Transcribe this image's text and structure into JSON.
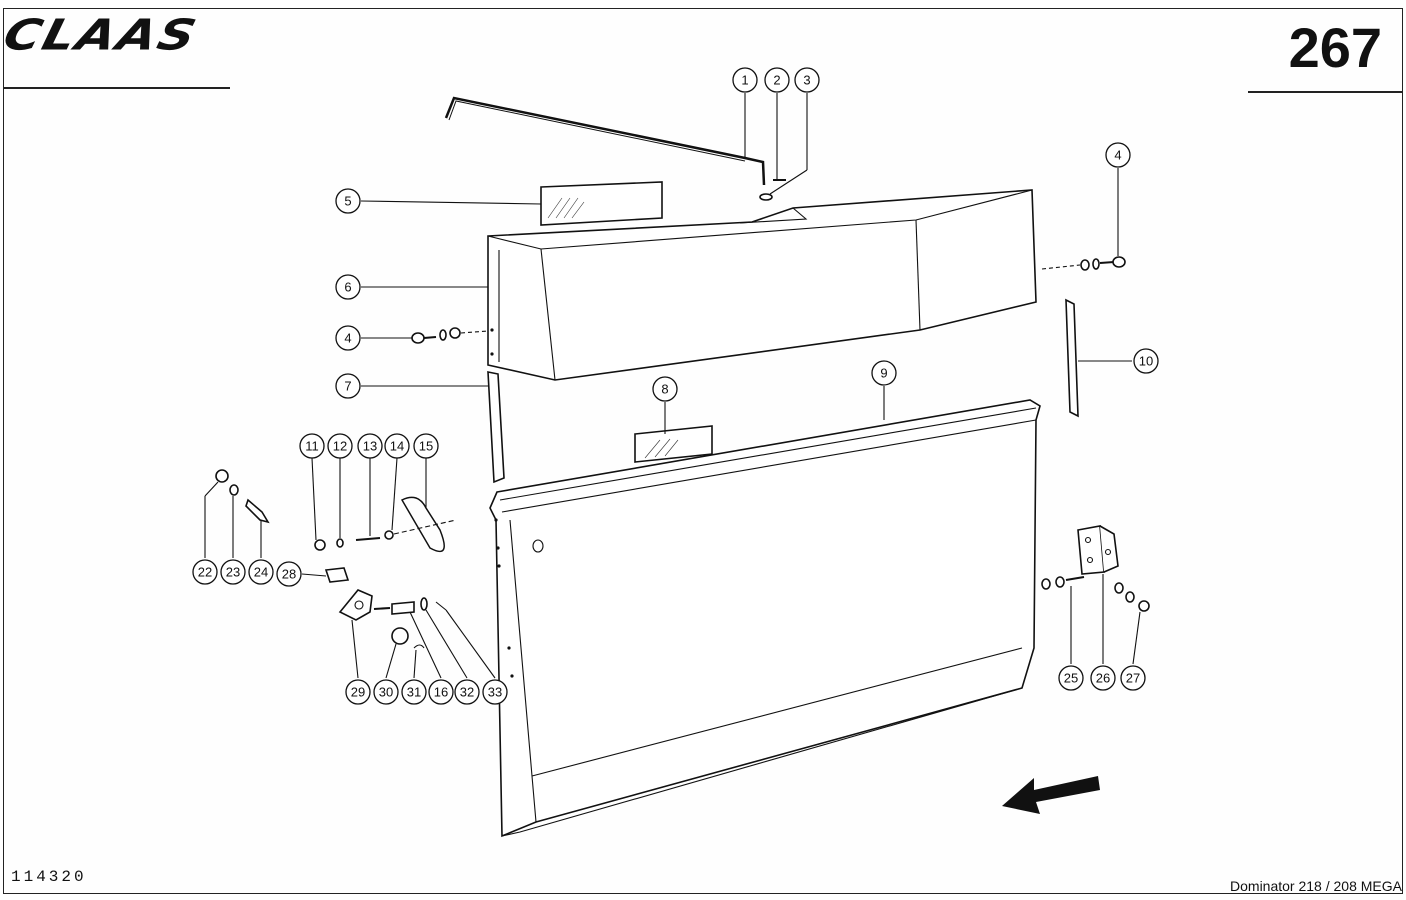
{
  "header": {
    "brand": "CLAAS",
    "page_number": "267"
  },
  "footer": {
    "drawing_number": "114320",
    "model": "Dominator 218 / 208 MEGA"
  },
  "callouts": [
    "1",
    "2",
    "3",
    "4",
    "5",
    "6",
    "4",
    "7",
    "8",
    "9",
    "10",
    "11",
    "12",
    "13",
    "14",
    "15",
    "22",
    "23",
    "24",
    "28",
    "25",
    "26",
    "27",
    "29",
    "30",
    "31",
    "16",
    "32",
    "33"
  ]
}
